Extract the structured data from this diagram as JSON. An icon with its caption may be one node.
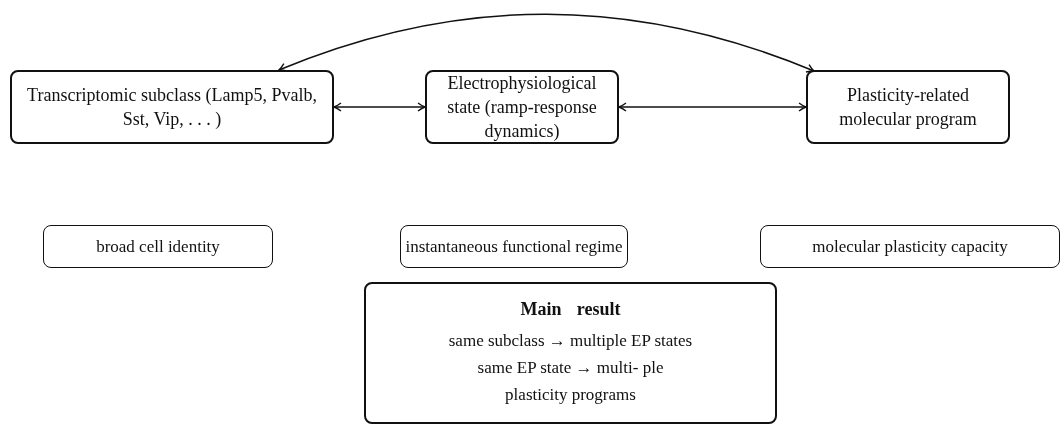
{
  "diagram": {
    "nodes": [
      {
        "text": [
          "Transcriptomic subclass (Lamp5, Pvalb, Sst, Vip, . . . )"
        ]
      },
      {
        "text": [
          "Electrophysiological state (ramp-response dynamics)"
        ]
      },
      {
        "text": [
          "Plasticity-related molecular program"
        ]
      },
      {
        "text": [
          "broad cell identity"
        ]
      },
      {
        "text": [
          "instantaneous functional regime"
        ]
      },
      {
        "text": [
          "molecular plasticity capacity"
        ]
      },
      {
        "text": [
          "Main result",
          "same subclass → multiple EP states",
          "same EP state → multi- ple plasticity programs"
        ]
      }
    ],
    "edges": [
      {
        "from": 0,
        "to": 1,
        "arrow": "both"
      },
      {
        "from": 1,
        "to": 2,
        "arrow": "both"
      },
      {
        "from": 0,
        "to": 2,
        "arrow": "both"
      }
    ]
  }
}
